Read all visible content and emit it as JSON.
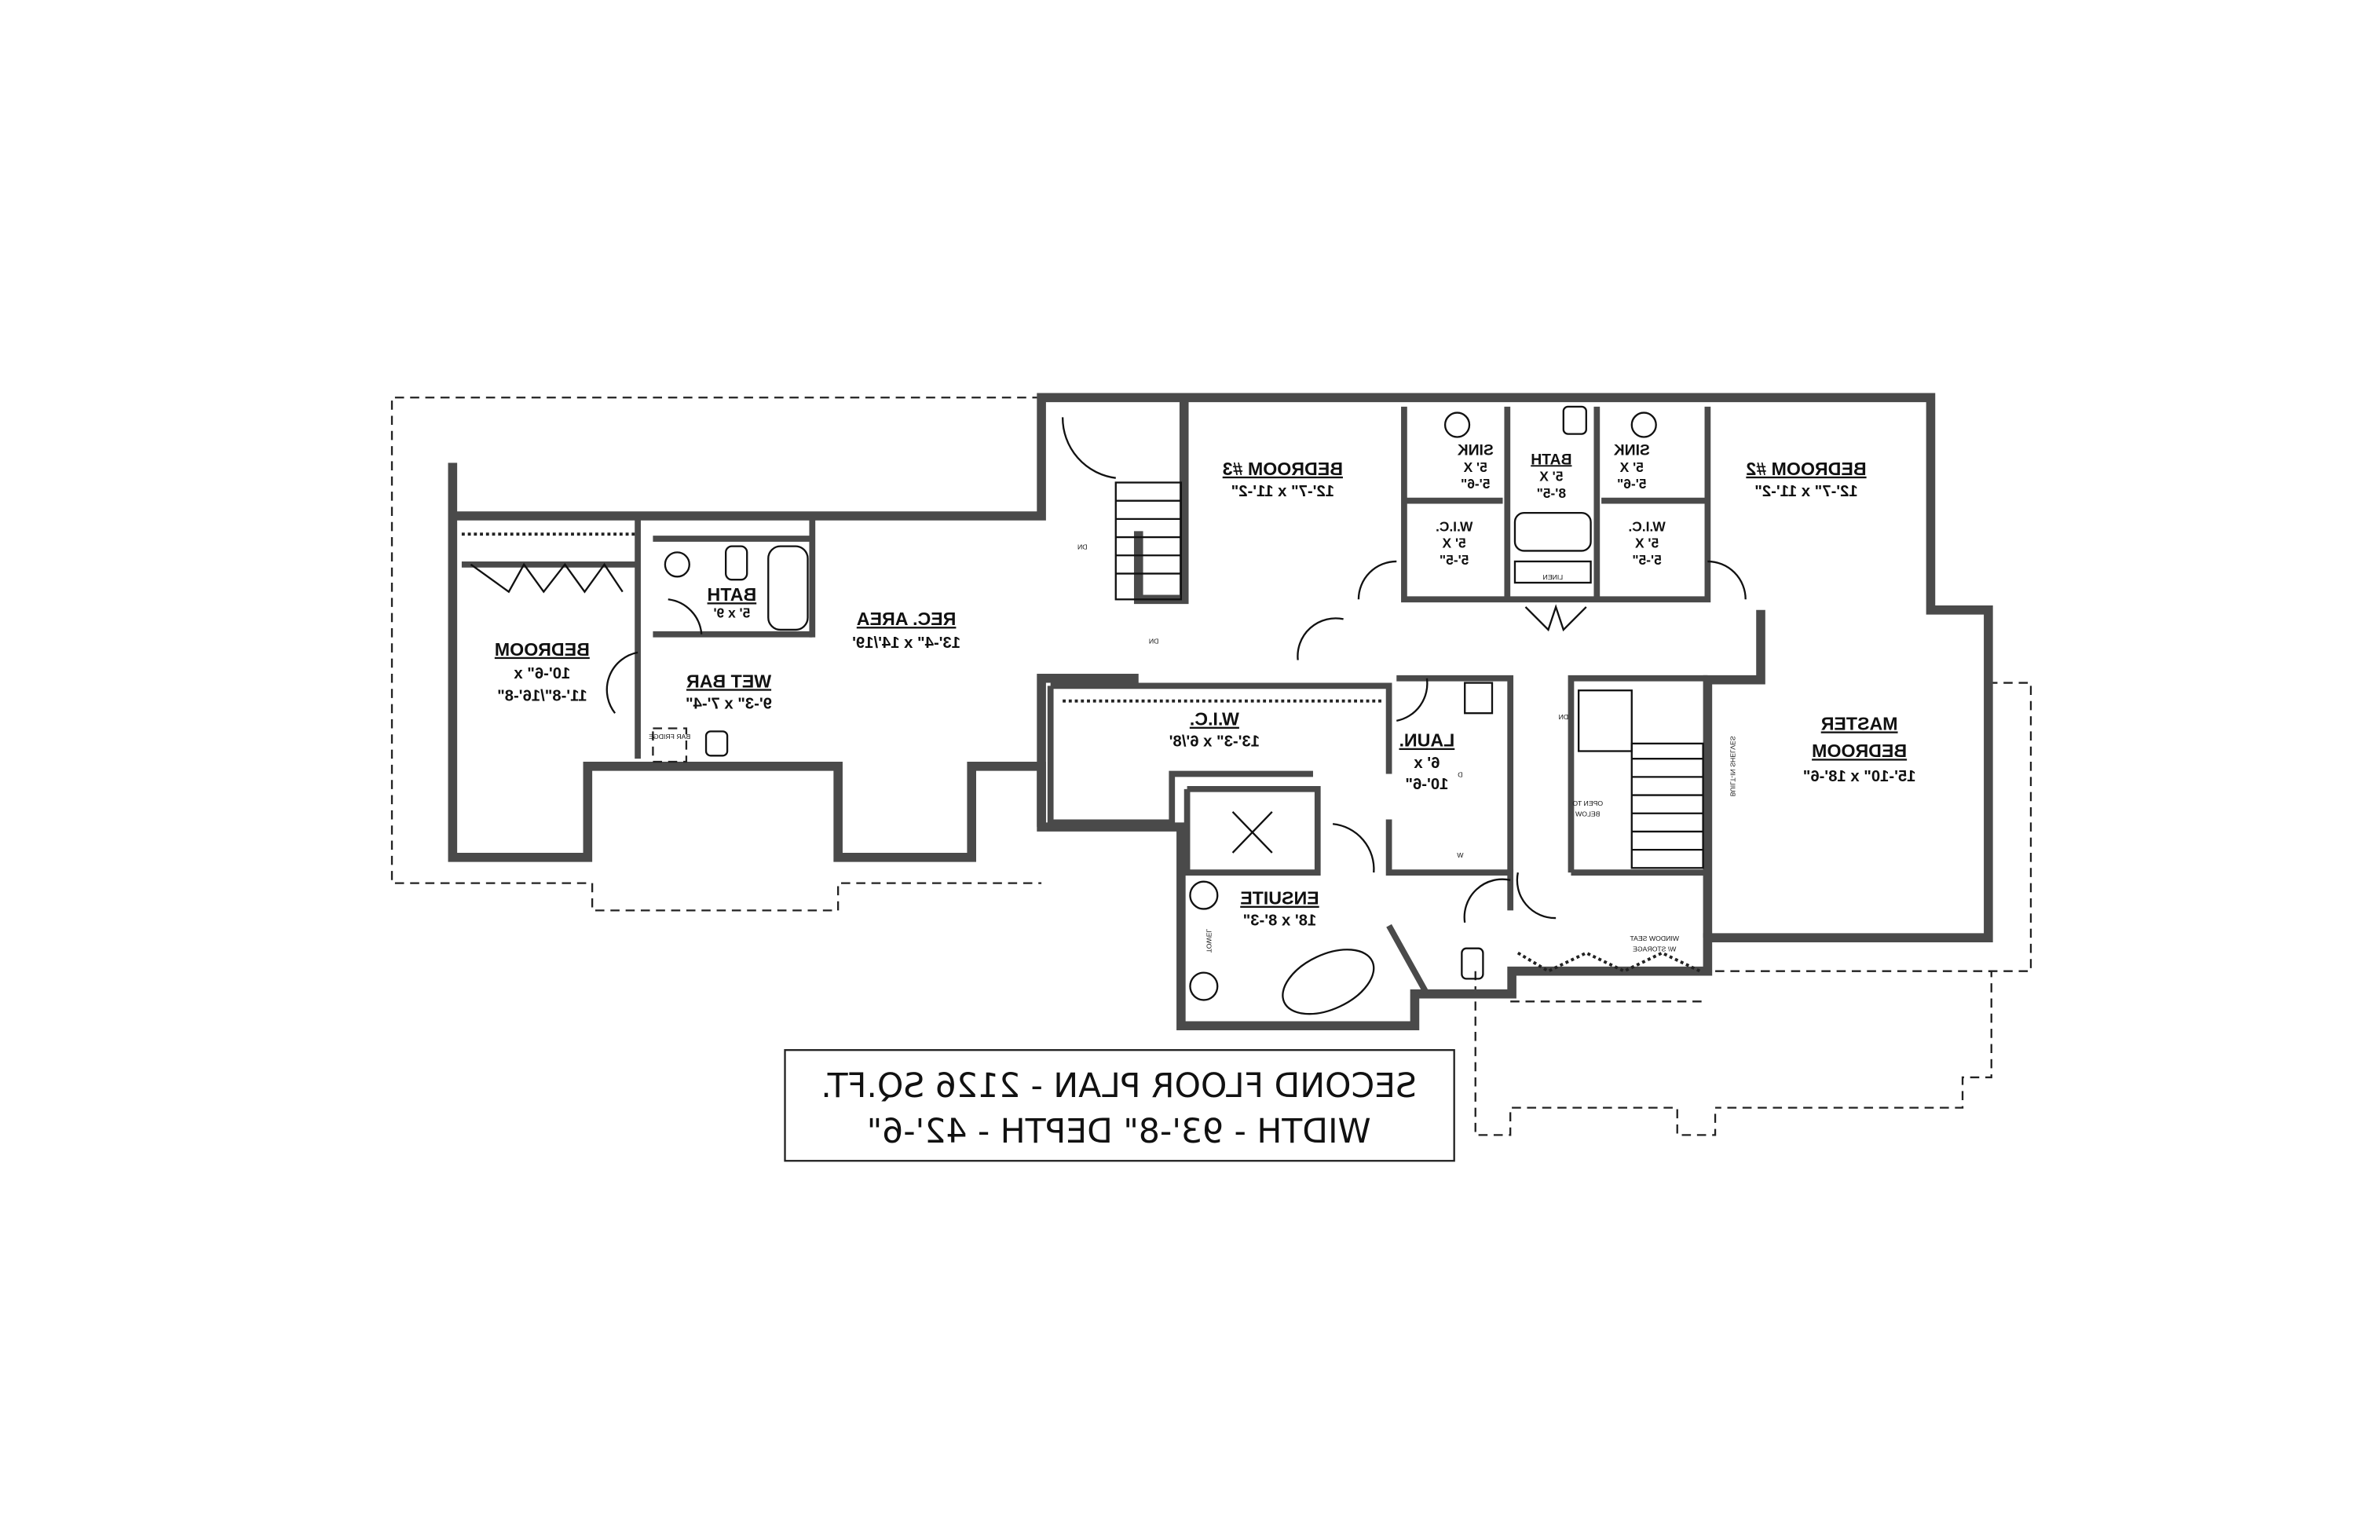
{
  "plan": {
    "mirrored": true,
    "wall_color": "#4a4a4a",
    "title_line1": "SECOND FLOOR PLAN - 2126 SQ.FT.",
    "title_line2": "WIDTH - 93'-8\" DEPTH - 42'-6\""
  },
  "rooms": {
    "bedroom3": {
      "name": "BEDROOM #3",
      "dim": "12'-7\" x 11'-2\""
    },
    "bath_center": {
      "name": "BATH",
      "dim1": "5' X",
      "dim2": "8'-5\""
    },
    "sink_left": {
      "name": "SINK",
      "dim1": "5' X",
      "dim2": "5'-6\""
    },
    "sink_right": {
      "name": "SINK",
      "dim1": "5' X",
      "dim2": "5'-6\""
    },
    "wic_left": {
      "name": "W.I.C.",
      "dim1": "5' X",
      "dim2": "5'-5\""
    },
    "wic_right": {
      "name": "W.I.C.",
      "dim1": "5' X",
      "dim2": "5'-5\""
    },
    "bedroom2": {
      "name": "BEDROOM #2",
      "dim": "12'-7\" x 11'-2\""
    },
    "rec_area": {
      "name": "REC. AREA",
      "dim": "13'-4\" x 14'/19'"
    },
    "bath_left": {
      "name": "BATH",
      "dim": "5' x 9'"
    },
    "bedroom": {
      "name": "BEDROOM",
      "dim1": "10'-6\" x",
      "dim2": "11'-8\"/16'-8\""
    },
    "wet_bar": {
      "name": "WET BAR",
      "dim": "9'-3\" x 7'-4\""
    },
    "wic_master": {
      "name": "W.I.C.",
      "dim": "13'-3\" x 6'/8'"
    },
    "laundry": {
      "name": "LAUN.",
      "dim1": "6' x",
      "dim2": "10'-6\""
    },
    "master": {
      "name1": "MASTER",
      "name2": "BEDROOM",
      "dim": "15'-10\" x 18'-6\""
    },
    "ensuite": {
      "name": "ENSUITE",
      "dim": "18' x 8'-3\""
    }
  },
  "annotations": {
    "linen": "LINEN",
    "bar_fridge": "BAR FRIDGE",
    "open_to_below_1": "OPEN TO",
    "open_to_below_2": "BELOW",
    "built_in_shelves": "BUILT-IN SHELVES",
    "window_seat_1": "WINDOW SEAT",
    "window_seat_2": "W/ STORAGE",
    "towel": "TOWEL",
    "dn_left": "DN",
    "dn_mid": "DN",
    "dn_right": "DN",
    "dryer": "D",
    "washer": "W"
  }
}
